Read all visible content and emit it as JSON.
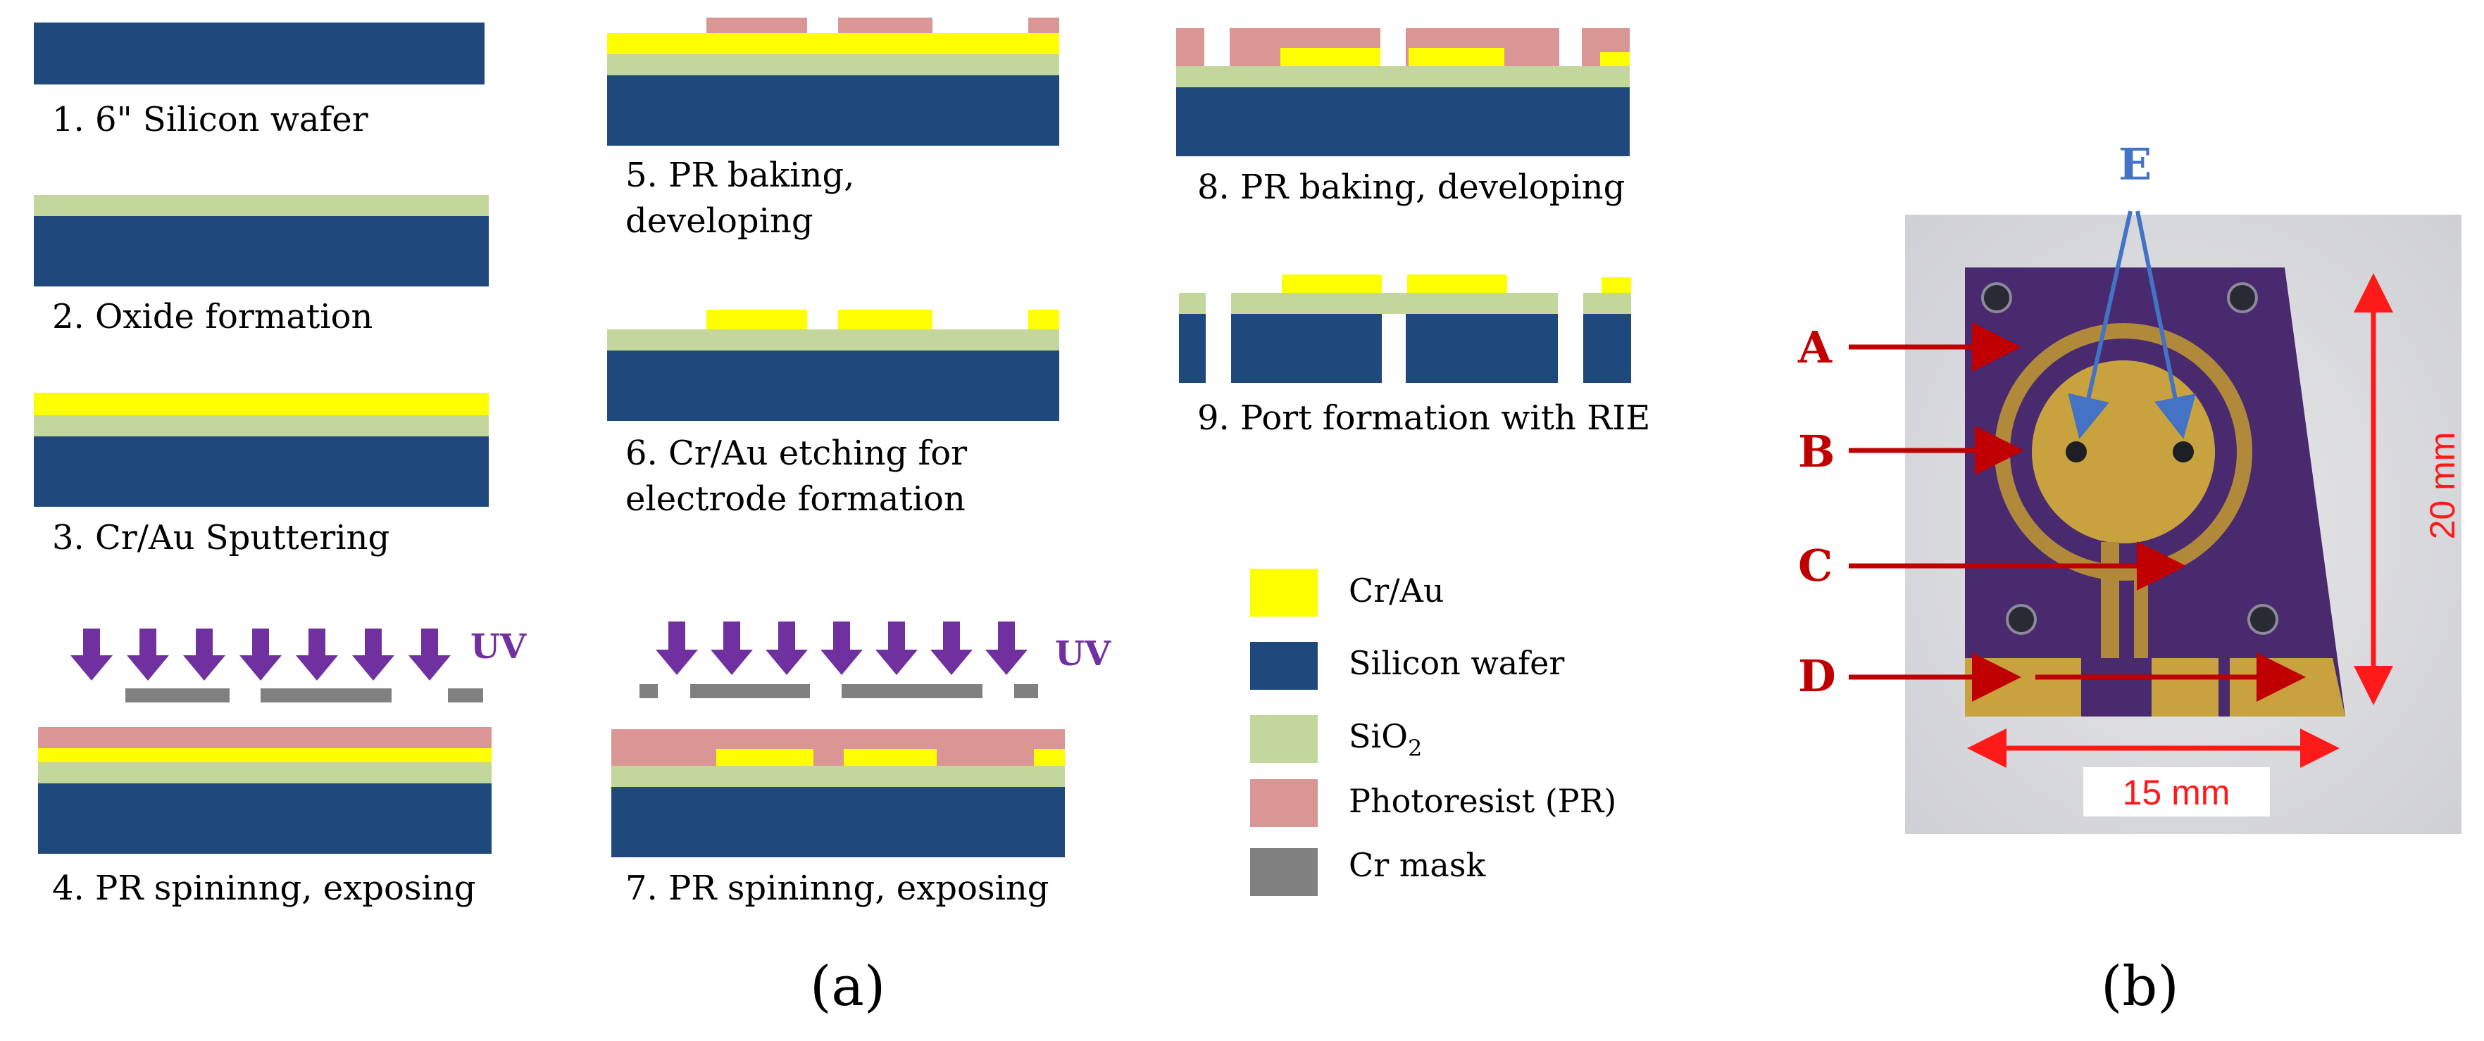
{
  "colors": {
    "cr_au": "#ffff00",
    "silicon": "#1f497d",
    "sio2": "#c3d69b",
    "photoresist": "#d99694",
    "cr_mask": "#808080",
    "uv_arrow": "#7030a0",
    "label_red": "#c00000",
    "label_blue": "#4472c4",
    "dimension": "#ff1a1a"
  },
  "steps": [
    {
      "id": 1,
      "caption_lines": [
        "1. 6\" Silicon wafer"
      ]
    },
    {
      "id": 2,
      "caption_lines": [
        "2. Oxide formation"
      ]
    },
    {
      "id": 3,
      "caption_lines": [
        "3. Cr/Au Sputtering"
      ]
    },
    {
      "id": 4,
      "caption_lines": [
        "4. PR spininng,  exposing"
      ]
    },
    {
      "id": 5,
      "caption_lines": [
        "5. PR baking,",
        "developing"
      ]
    },
    {
      "id": 6,
      "caption_lines": [
        "6. Cr/Au etching for",
        "electrode formation"
      ]
    },
    {
      "id": 7,
      "caption_lines": [
        "7. PR spininng,  exposing"
      ]
    },
    {
      "id": 8,
      "caption_lines": [
        "8. PR baking,  developing"
      ]
    },
    {
      "id": 9,
      "caption_lines": [
        "9. Port formation with RIE"
      ]
    }
  ],
  "uv_label": "UV",
  "legend": {
    "items": [
      {
        "key": "cr_au",
        "label": "Cr/Au"
      },
      {
        "key": "silicon",
        "label": "Silicon wafer"
      },
      {
        "key": "sio2",
        "label": "SiO",
        "subscript": "2"
      },
      {
        "key": "photoresist",
        "label": "Photoresist (PR)"
      },
      {
        "key": "cr_mask",
        "label": "Cr mask"
      }
    ]
  },
  "panel_labels": {
    "a": "(a)",
    "b": "(b)"
  },
  "photo": {
    "labels_red": [
      "A",
      "B",
      "C",
      "D"
    ],
    "label_blue": "E",
    "dim_vertical": "20 mm",
    "dim_horizontal": "15 mm"
  }
}
